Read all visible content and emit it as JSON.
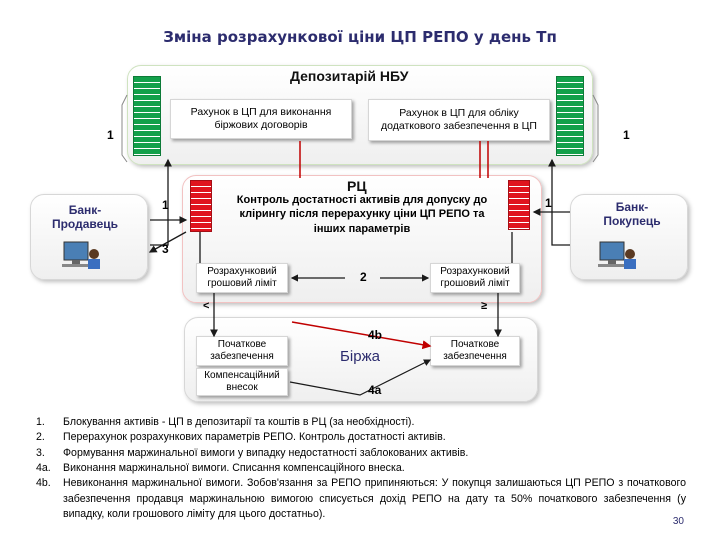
{
  "title": "Зміна розрахункової ціни ЦП РЕПО у день Тп",
  "depository": {
    "title": "Депозитарій НБУ",
    "account_exchange": "Рахунок в ЦП для виконання біржових договорів",
    "account_collateral": "Рахунок в ЦП для обліку додаткового забезпечення в ЦП"
  },
  "rc": {
    "title": "РЦ",
    "control_text": "Контроль достатності активів для допуску до клірингу після перерахунку ціни ЦП РЕПО та інших параметрів",
    "limit_left": "Розрахунковий грошовий ліміт",
    "limit_right": "Розрахунковий грошовий ліміт"
  },
  "seller": {
    "label": "Банк-Продавець"
  },
  "buyer": {
    "label": "Банк-Покупець"
  },
  "exchange": {
    "title": "Біржа",
    "initial_margin_left": "Початкове забезпечення",
    "compensation_fund": "Компенсаційний внесок",
    "initial_margin_right": "Початкове забезпечення"
  },
  "steps": {
    "s1_left": "1",
    "s1_right": "1",
    "s1_seller": "1",
    "s1_buyer": "1",
    "s2": "2",
    "s3": "3",
    "s4b": "4b",
    "s4a": "4a",
    "less": "<",
    "geq": "≥"
  },
  "notes": [
    {
      "num": "1.",
      "text": "Блокування активів - ЦП в депозитарії та коштів в РЦ (за необхідності)."
    },
    {
      "num": "2.",
      "text": "Перерахунок розрахункових параметрів РЕПО. Контроль достатності активів."
    },
    {
      "num": "3.",
      "text": "Формування маржинальної вимоги у випадку недостатності заблокованих активів."
    },
    {
      "num": "4a.",
      "text": "Виконання маржинальної вимоги. Списання компенсаційного внеска."
    },
    {
      "num": "4b.",
      "text": "Невиконання маржинальної вимоги. Зобов'язання за РЕПО припиняються: У покупця залишаються ЦП РЕПО з початкового забезпечення продавця маржинальною вимогою списується дохід РЕПО на дату та 50% початкового забезпечення (у випадку, коли грошового ліміту для цього достатньо)."
    }
  ],
  "page_number": "30",
  "colors": {
    "title": "#2c2c6e",
    "green": "#12a04a",
    "red": "#e0141e",
    "line": "#1a1a1a",
    "arrow_red": "#c00000"
  }
}
